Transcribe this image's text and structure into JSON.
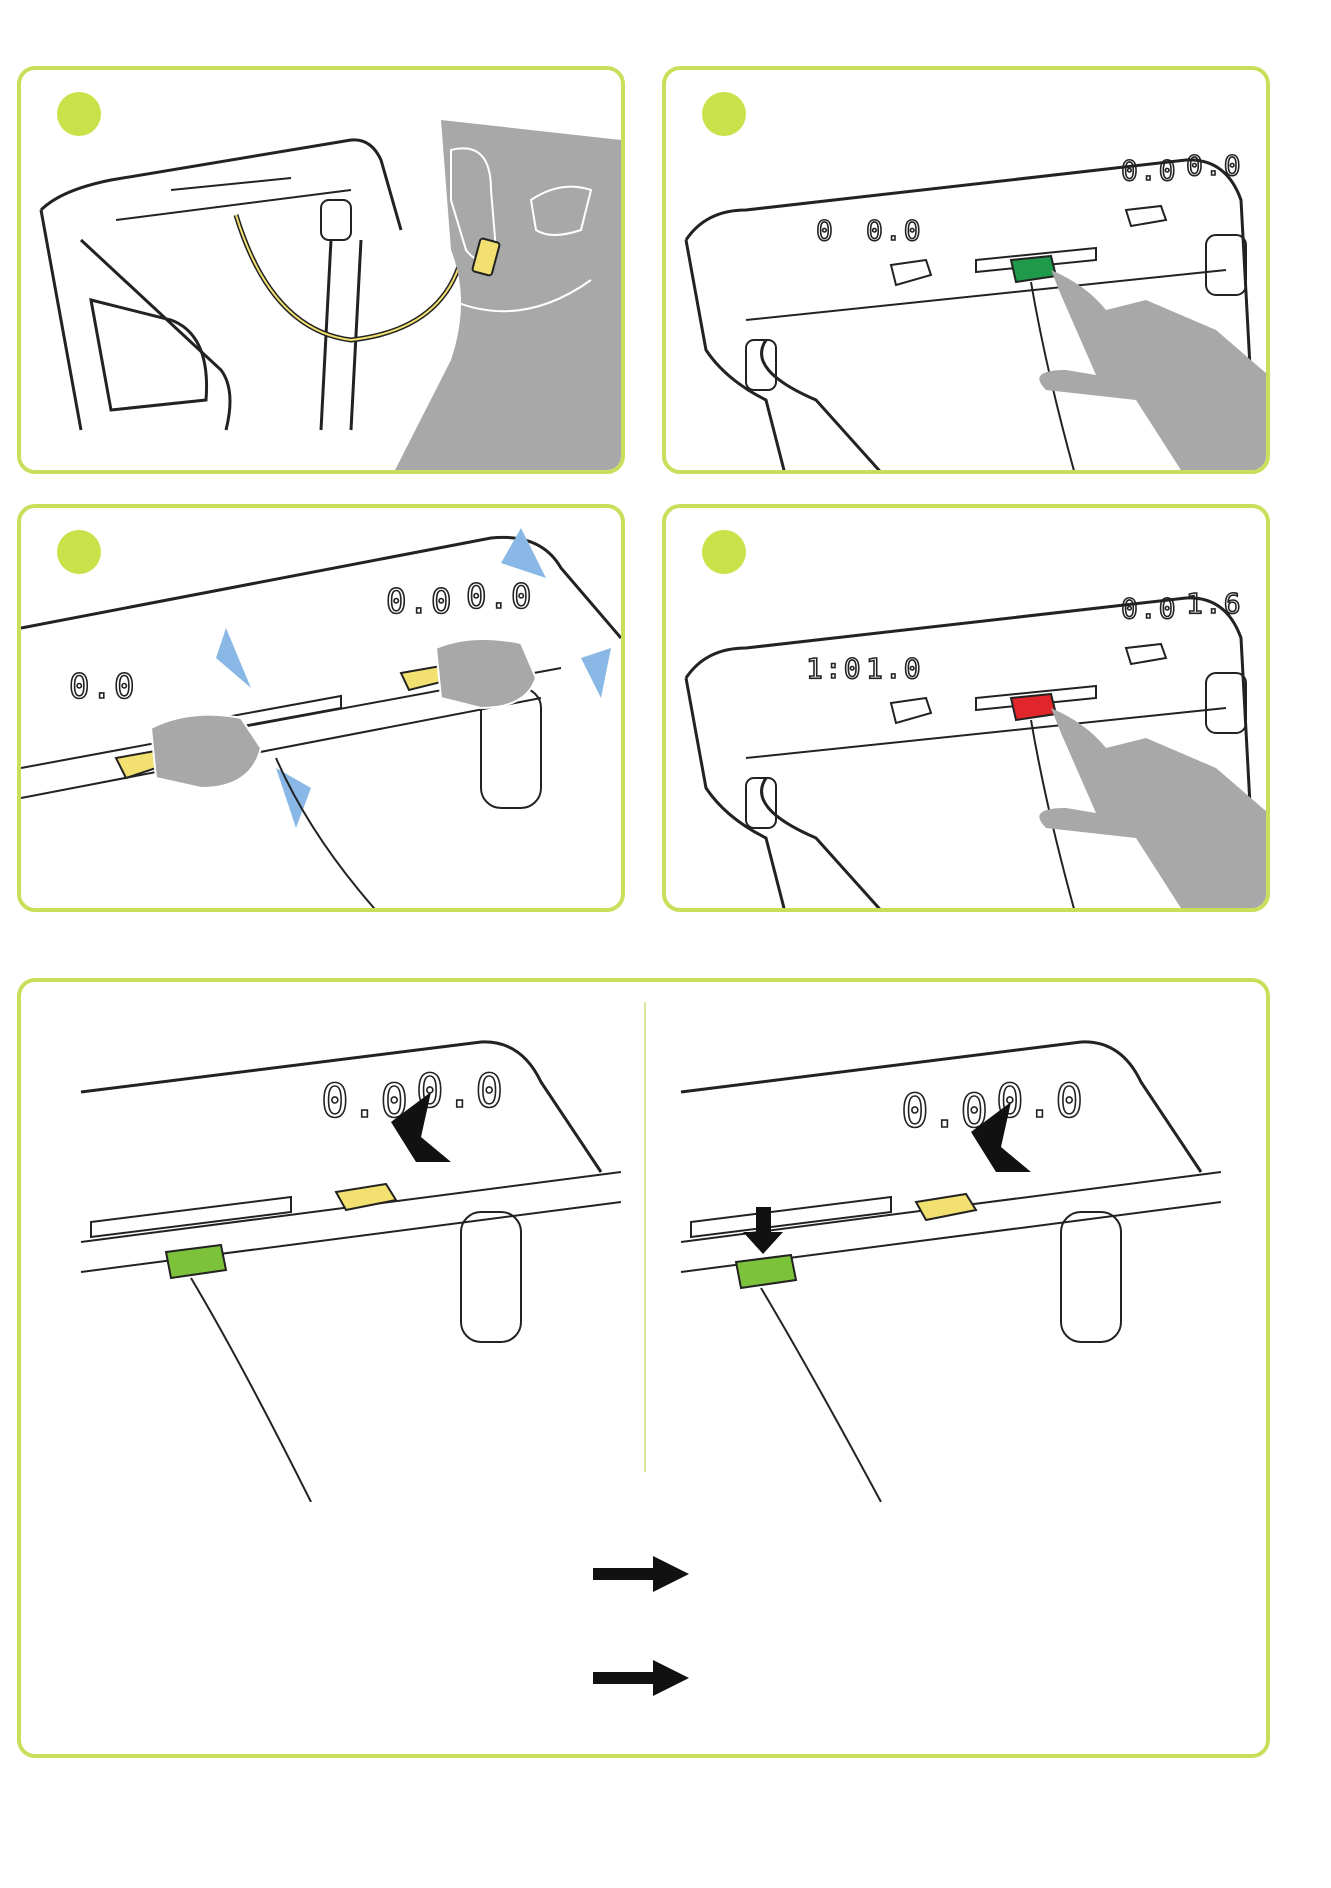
{
  "colors": {
    "panel_border": "#c9de5a",
    "step_dot": "#c9e24a",
    "key_yellow": "#f2e070",
    "key_green_start": "#1e9a4a",
    "key_green_light": "#7cc23a",
    "key_red_stop": "#e0262a",
    "adjust_arrow_blue": "#8ab8e6",
    "hand_gray": "#a8a8a8"
  },
  "panels": {
    "p1": {
      "icons": [
        "safety-clip-icon",
        "cord-icon",
        "hand-icon"
      ]
    },
    "p2": {
      "display": {
        "time": "0",
        "speed": "0.0",
        "speed2": "0.0",
        "incline": "0.0"
      }
    },
    "p3": {
      "display": {
        "speed": "0.0",
        "speed2": "0.0",
        "incline": "0.0"
      }
    },
    "p4": {
      "display": {
        "time": "1:0",
        "speed": "1.0",
        "speed2": "0.0",
        "incline": "1.6"
      }
    },
    "p5": {
      "left": {
        "speed": "0.0",
        "incline": "0.0"
      },
      "right": {
        "speed": "0.0",
        "incline": "0.0"
      }
    }
  },
  "arrows": [
    "right-arrow-icon",
    "right-arrow-icon"
  ]
}
